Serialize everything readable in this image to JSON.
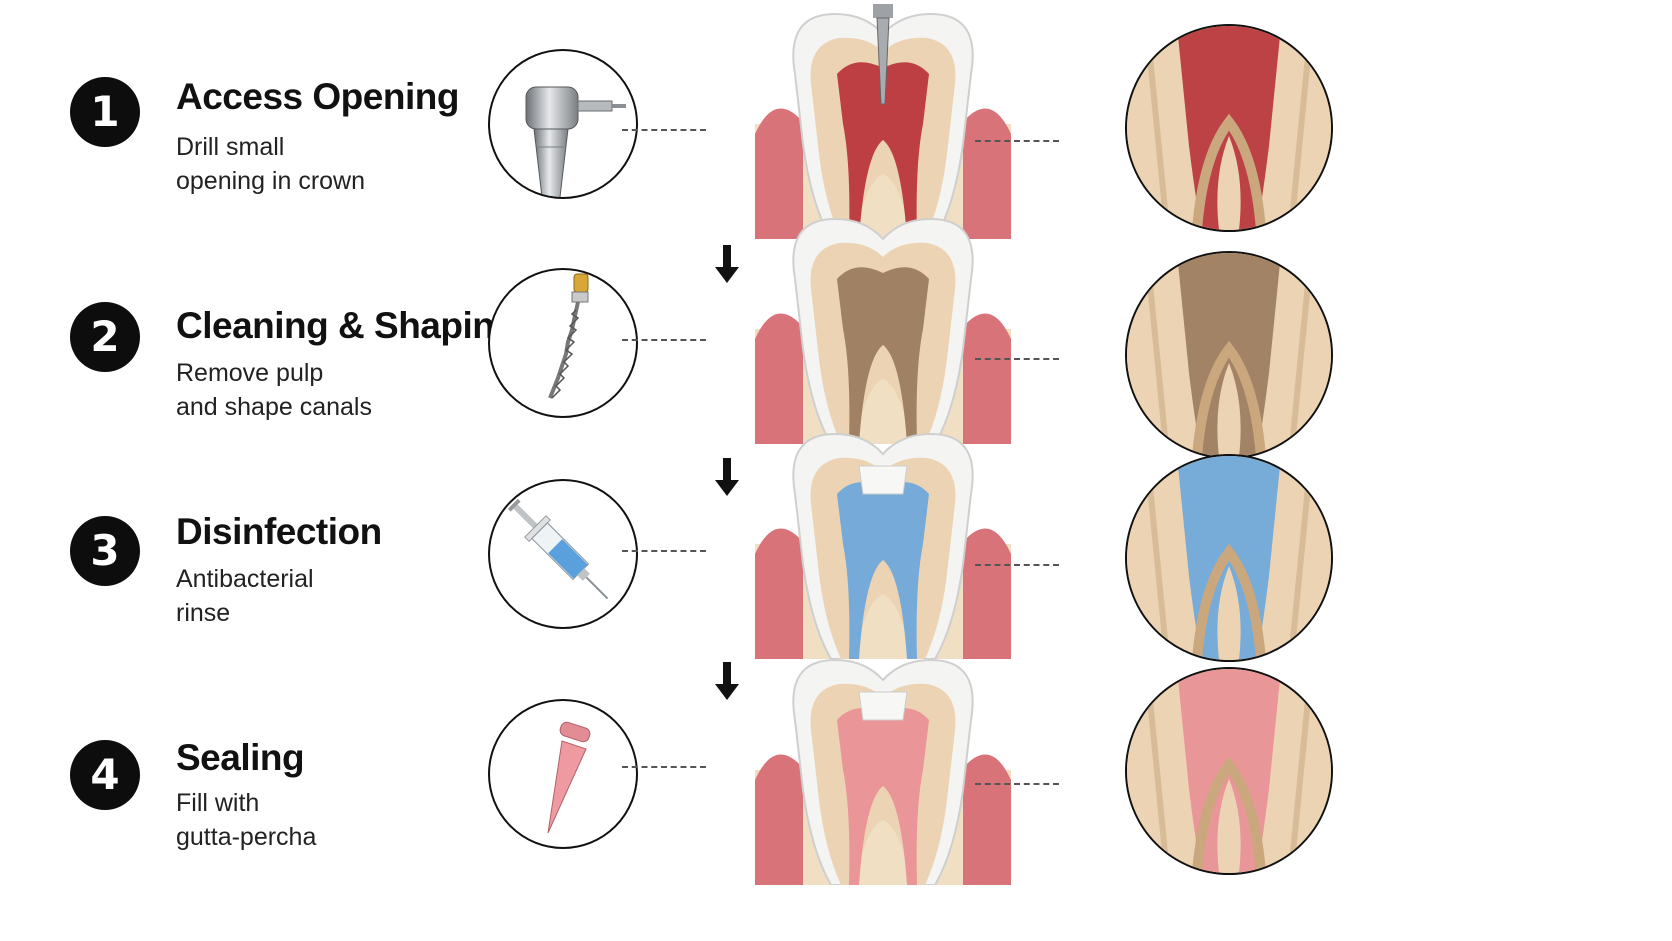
{
  "steps": [
    {
      "number": "1",
      "title": "Access Opening",
      "desc_lines": [
        "Drill small",
        "opening in crown"
      ],
      "tool_icon": "dental-drill-icon",
      "fill_color": "#b8323a"
    },
    {
      "number": "2",
      "title": "Cleaning & Shaping",
      "desc_lines": [
        "Remove pulp",
        "and shape canals"
      ],
      "tool_icon": "endodontic-file-icon",
      "fill_color": "#9a7a5c"
    },
    {
      "number": "3",
      "title": "Disinfection",
      "desc_lines": [
        "Antibacterial",
        "rinse"
      ],
      "tool_icon": "syringe-icon",
      "fill_color": "#6aa6dc"
    },
    {
      "number": "4",
      "title": "Sealing",
      "desc_lines": [
        "Fill with",
        "gutta-percha"
      ],
      "tool_icon": "gutta-percha-cone-icon",
      "fill_color": "#e98f95"
    }
  ],
  "colors": {
    "enamel": "#f4f4f2",
    "dentin": "#ecd3b3",
    "gum": "#d9737a",
    "bone": "#f1dfc4"
  }
}
